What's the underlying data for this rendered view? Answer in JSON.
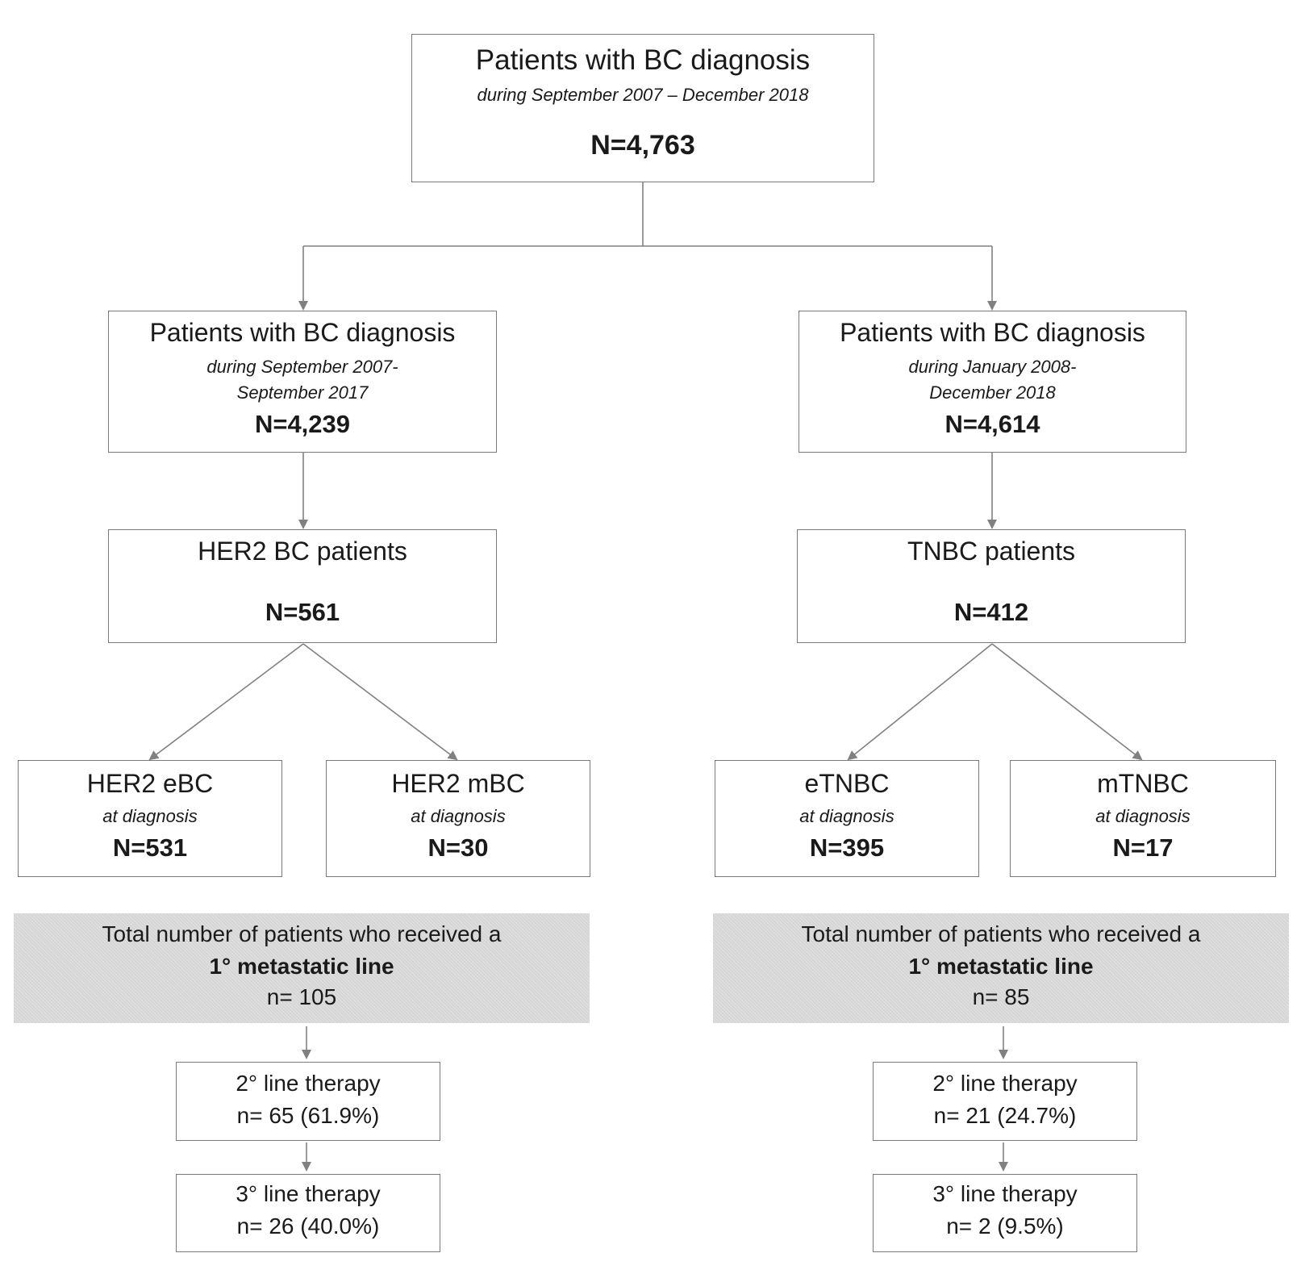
{
  "top": {
    "title": "Patients with BC diagnosis",
    "subtitle": "during September 2007 – December 2018",
    "n": "N=4,763"
  },
  "left": {
    "cohort": {
      "title": "Patients with BC diagnosis",
      "subtitle_line1": "during September 2007-",
      "subtitle_line2": "September 2017",
      "n": "N=4,239"
    },
    "subgroup": {
      "title": "HER2 BC patients",
      "n": "N=561"
    },
    "early": {
      "title": "HER2 eBC",
      "subtitle": "at diagnosis",
      "n": "N=531"
    },
    "metastatic": {
      "title": "HER2 mBC",
      "subtitle": "at diagnosis",
      "n": "N=30"
    },
    "first_line": {
      "line1": "Total number of patients who received a",
      "line2": "1°  metastatic line",
      "n": "n= 105"
    },
    "second_line": {
      "title": "2° line therapy",
      "n": "n= 65  (61.9%)"
    },
    "third_line": {
      "title": "3° line therapy",
      "n": "n= 26 (40.0%)"
    }
  },
  "right": {
    "cohort": {
      "title": "Patients with BC diagnosis",
      "subtitle_line1": "during January  2008-",
      "subtitle_line2": "December 2018",
      "n": "N=4,614"
    },
    "subgroup": {
      "title": "TNBC patients",
      "n": "N=412"
    },
    "early": {
      "title": "eTNBC",
      "subtitle": "at diagnosis",
      "n": "N=395"
    },
    "metastatic": {
      "title": "mTNBC",
      "subtitle": "at diagnosis",
      "n": "N=17"
    },
    "first_line": {
      "line1": "Total number of patients who received a",
      "line2": "1° metastatic line",
      "n": "n= 85"
    },
    "second_line": {
      "title": "2° line therapy",
      "n": "n= 21 (24.7%)"
    },
    "third_line": {
      "title": "3° line therapy",
      "n": "n= 2 (9.5%)"
    }
  },
  "colors": {
    "border": "#7a7a7a",
    "arrow": "#808080",
    "shaded_fill": "#d6d6d6"
  }
}
